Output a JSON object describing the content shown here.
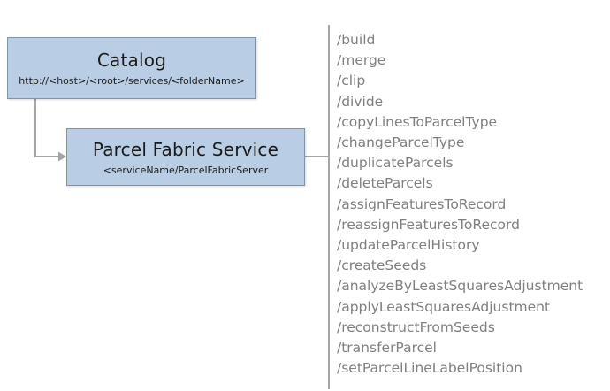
{
  "catalog_box": {
    "title": "Catalog",
    "subtitle": "http://<host>/<root>/services/<folderName>"
  },
  "service_box": {
    "title": "Parcel Fabric Service",
    "subtitle": "<serviceName/ParcelFabricServer"
  },
  "operations": [
    "/build",
    "/merge",
    "/clip",
    "/divide",
    "/copyLinesToParcelType",
    "/changeParcelType",
    "/duplicateParcels",
    "/deleteParcels",
    "/assignFeaturesToRecord",
    "/reassignFeaturesToRecord",
    "/updateParcelHistory",
    "/createSeeds",
    "/analyzeByLeastSquaresAdjustment",
    "/applyLeastSquaresAdjustment",
    "/reconstructFromSeeds",
    "/transferParcel",
    "/setParcelLineLabelPosition"
  ],
  "colors": {
    "box_fill": "#b9cde5",
    "box_border": "#7f93ab",
    "connector_line": "#a6a6a6",
    "operation_text": "#7f7f7f"
  }
}
